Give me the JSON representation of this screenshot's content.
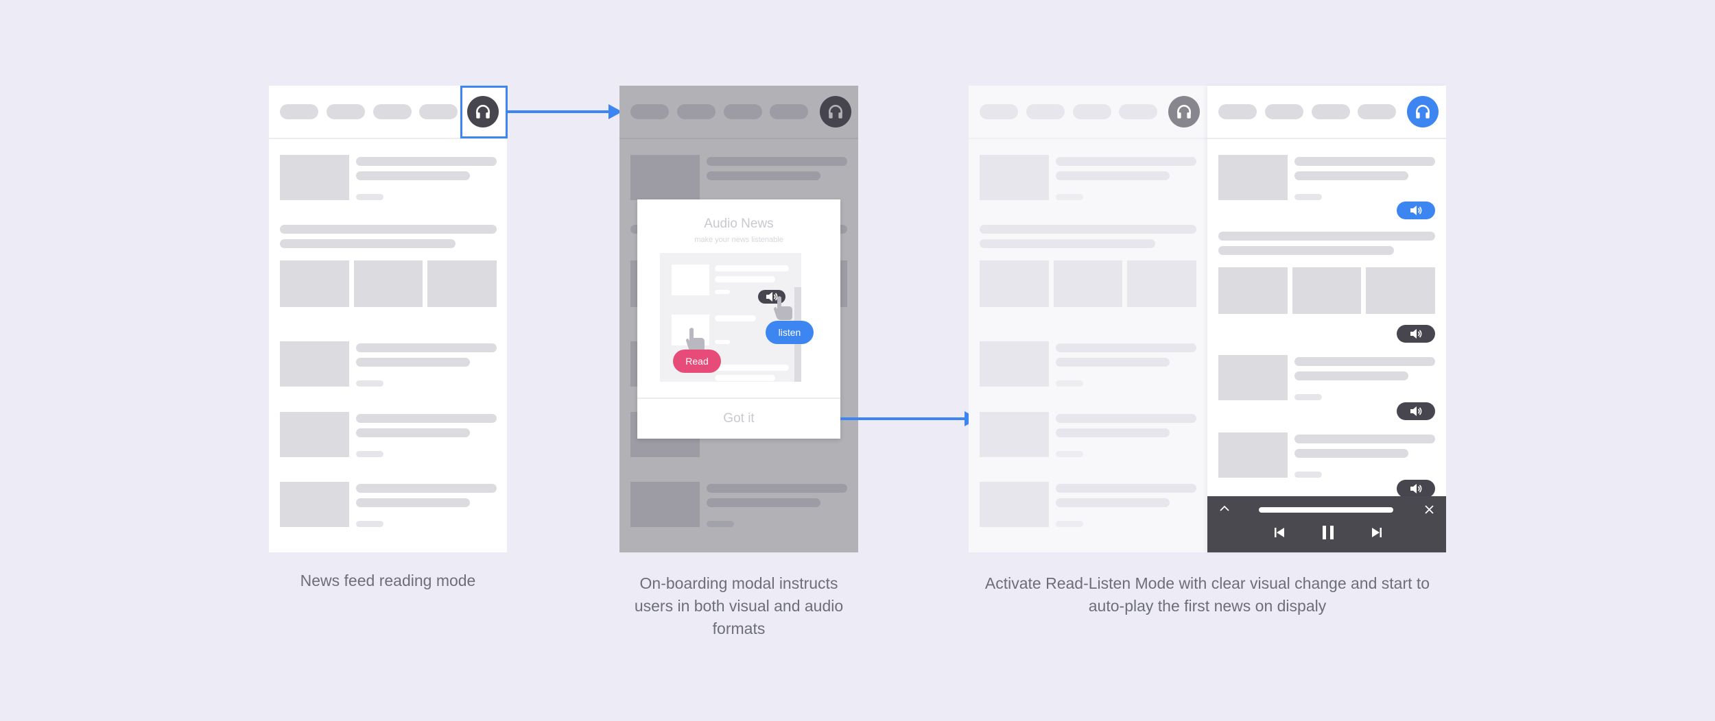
{
  "colors": {
    "page_background": "#edecf6",
    "accent_blue": "#3d86f2",
    "dark_button": "#47464e",
    "read_pink": "#e74b78",
    "player_bar": "#4a4950"
  },
  "icons": {
    "headphones": "headphones-icon",
    "speaker": "speaker-icon",
    "pointer": "hand-pointer-icon",
    "previous": "skip-previous-icon",
    "pause": "pause-icon",
    "next": "skip-next-icon",
    "expand": "chevron-up-icon",
    "close": "close-icon"
  },
  "captions": {
    "step1": "News feed reading mode",
    "step2_line1": "On-boarding modal instructs",
    "step2_line2": "users in both visual and audio",
    "step2_line3": "formats",
    "step3_line1": "Activate Read-Listen Mode with clear visual change and start to",
    "step3_line2": "auto-play the first news on dispaly"
  },
  "modal": {
    "title": "Audio News",
    "subtitle": "make your news listenable",
    "listen_label": "listen",
    "read_label": "Read",
    "button_label": "Got it"
  }
}
